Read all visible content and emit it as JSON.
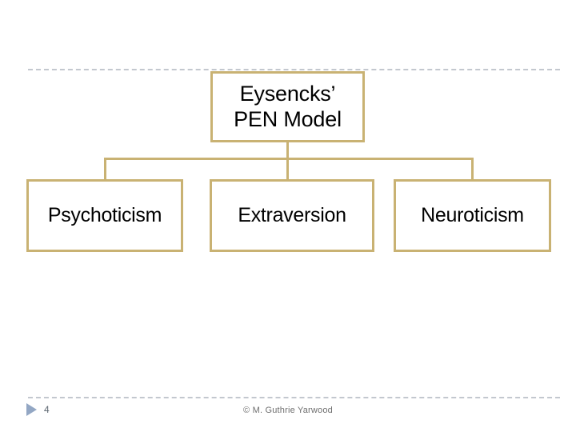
{
  "slide": {
    "background_color": "#ffffff",
    "accent_color": "#c9b273",
    "rule_color": "#b9bfc7",
    "title_node": {
      "text": "Eysencks’\nPEN Model"
    },
    "leaf_nodes": [
      {
        "label": "Psychoticism"
      },
      {
        "label": "Extraversion"
      },
      {
        "label": "Neuroticism"
      }
    ],
    "footer": {
      "nav_icon": "play-triangle-icon",
      "nav_icon_color": "#93a7c4",
      "slide_number": "4",
      "copyright": "© M. Guthrie Yarwood"
    }
  }
}
